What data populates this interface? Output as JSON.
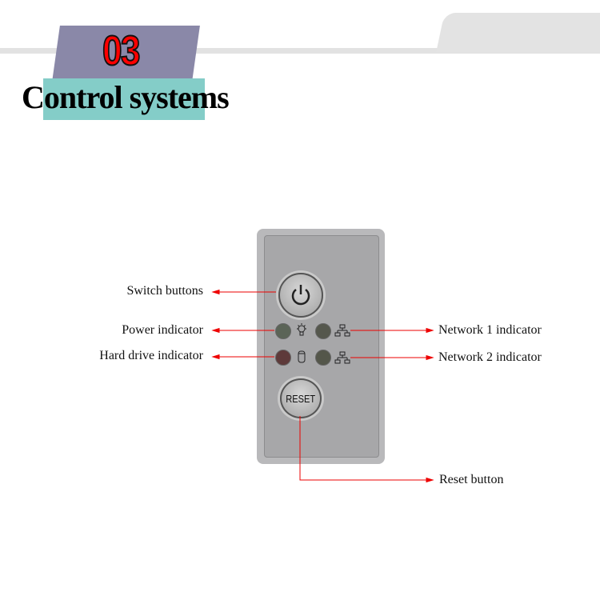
{
  "header": {
    "section_number": "03",
    "title": "Control systems"
  },
  "panel": {
    "reset_button_label": "RESET"
  },
  "labels": {
    "switch_buttons": "Switch buttons",
    "power_indicator": "Power indicator",
    "hard_drive_indicator": "Hard drive indicator",
    "network1_indicator": "Network 1 indicator",
    "network2_indicator": "Network 2 indicator",
    "reset_button": "Reset button"
  },
  "colors": {
    "accent_red": "#ff0000",
    "teal": "#84cdc8",
    "purple": "#8a88a8"
  }
}
